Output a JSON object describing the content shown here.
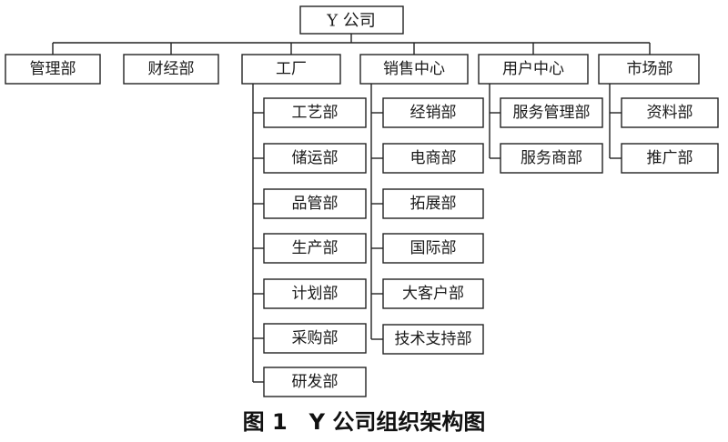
{
  "root": "Y 公司",
  "departments": [
    {
      "name": "管理部",
      "children": []
    },
    {
      "name": "财经部",
      "children": []
    },
    {
      "name": "工厂",
      "children": [
        "工艺部",
        "储运部",
        "品管部",
        "生产部",
        "计划部",
        "采购部",
        "研发部"
      ]
    },
    {
      "name": "销售中心",
      "children": [
        "经销部",
        "电商部",
        "拓展部",
        "国际部",
        "大客户部",
        "技术支持部"
      ]
    },
    {
      "name": "用户中心",
      "children": [
        "服务管理部",
        "服务商部"
      ]
    },
    {
      "name": "市场部",
      "children": [
        "资料部",
        "推广部"
      ]
    }
  ],
  "caption": "图 1　Y 公司组织架构图"
}
